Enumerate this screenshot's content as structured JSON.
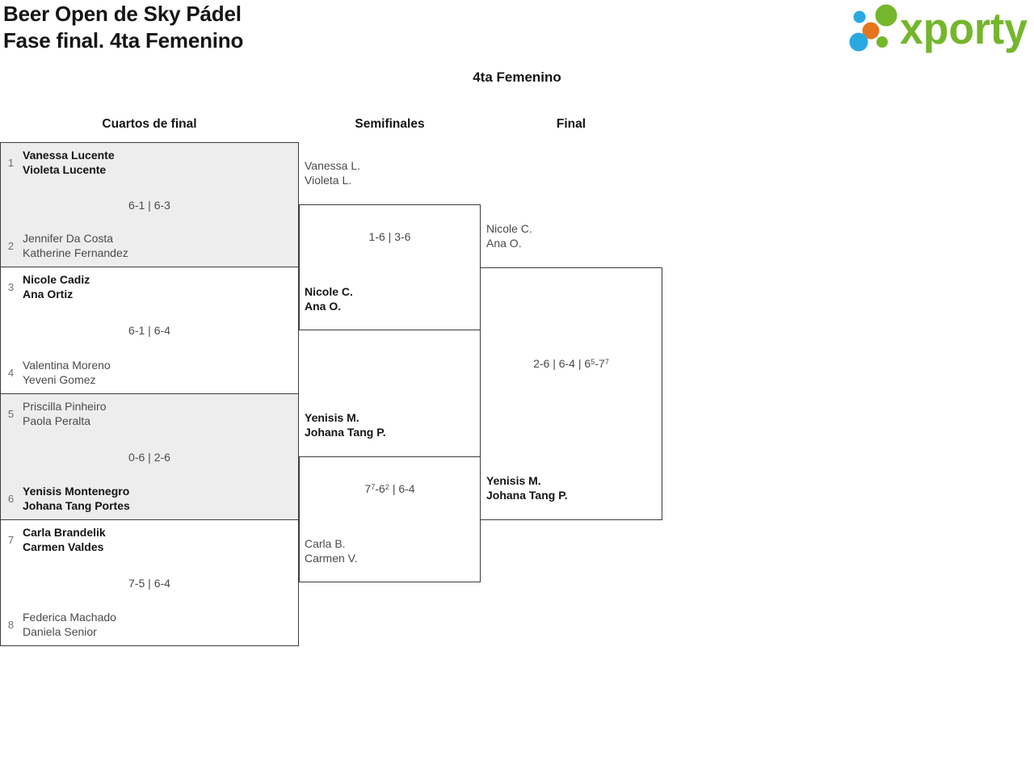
{
  "header": {
    "title_line1": "Beer Open de Sky Pádel",
    "title_line2": "Fase final. 4ta Femenino",
    "category_title": "4ta Femenino",
    "logo": {
      "text": "xporty",
      "colors": {
        "green": "#74b62c",
        "blue": "#2aa9e0",
        "orange": "#e5761e"
      }
    }
  },
  "round_headers": {
    "quarterfinals": "Cuartos de final",
    "semifinals": "Semifinales",
    "final": "Final"
  },
  "colors": {
    "box_fill_alt": "#ededed",
    "box_border": "#3c3c3c"
  },
  "bracket": {
    "quarterfinals": [
      {
        "seed_top": "1",
        "top_names": [
          "Vanessa Lucente",
          "Violeta Lucente"
        ],
        "winner": "top",
        "score": [
          {
            "t": "6-1 | 6-3"
          }
        ],
        "seed_bottom": "2",
        "bottom_names": [
          "Jennifer Da Costa",
          "Katherine Fernandez"
        ]
      },
      {
        "seed_top": "3",
        "top_names": [
          "Nicole Cadiz",
          "Ana Ortiz"
        ],
        "winner": "top",
        "score": [
          {
            "t": "6-1 | 6-4"
          }
        ],
        "seed_bottom": "4",
        "bottom_names": [
          "Valentina Moreno",
          "Yeveni Gomez"
        ]
      },
      {
        "seed_top": "5",
        "top_names": [
          "Priscilla Pinheiro",
          "Paola Peralta"
        ],
        "winner": "bottom",
        "score": [
          {
            "t": "0-6 | 2-6"
          }
        ],
        "seed_bottom": "6",
        "bottom_names": [
          "Yenisis Montenegro",
          "Johana Tang Portes"
        ]
      },
      {
        "seed_top": "7",
        "top_names": [
          "Carla Brandelik",
          "Carmen Valdes"
        ],
        "winner": "top",
        "score": [
          {
            "t": "7-5 | 6-4"
          }
        ],
        "seed_bottom": "8",
        "bottom_names": [
          "Federica Machado",
          "Daniela Senior"
        ]
      }
    ],
    "semifinals": [
      {
        "top_names": [
          "Vanessa L.",
          "Violeta L."
        ],
        "winner": "bottom",
        "score": [
          {
            "t": "1-6 | 3-6"
          }
        ],
        "bottom_names": [
          "Nicole C.",
          "Ana O."
        ]
      },
      {
        "top_names": [
          "Yenisis M.",
          "Johana Tang P."
        ],
        "winner": "top",
        "score": [
          {
            "t": "7"
          },
          {
            "t": "7",
            "sup": true
          },
          {
            "t": "-6"
          },
          {
            "t": "2",
            "sup": true
          },
          {
            "t": " | 6-4"
          }
        ],
        "bottom_names": [
          "Carla B.",
          "Carmen V."
        ]
      }
    ],
    "final": {
      "top_names": [
        "Nicole C.",
        "Ana O."
      ],
      "winner": "bottom",
      "score": [
        {
          "t": "2-6 | 6-4 | 6"
        },
        {
          "t": "5",
          "sup": true
        },
        {
          "t": "-7"
        },
        {
          "t": "7",
          "sup": true
        }
      ],
      "bottom_names": [
        "Yenisis M.",
        "Johana Tang P."
      ]
    }
  }
}
